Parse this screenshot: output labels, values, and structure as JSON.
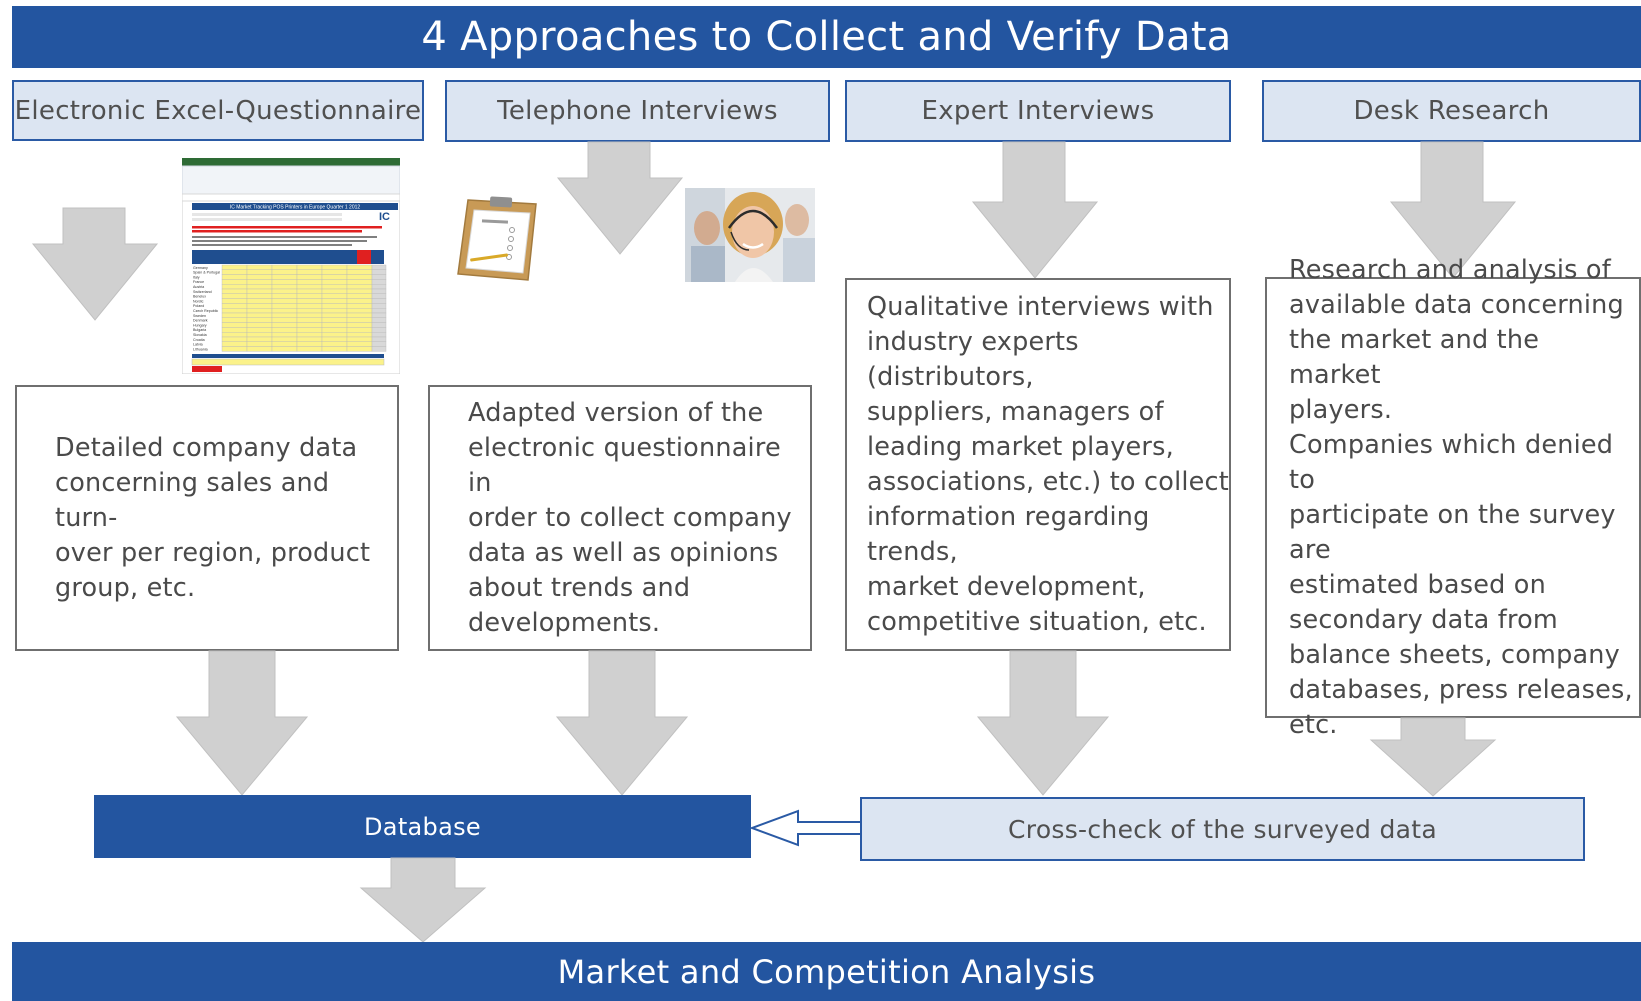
{
  "title": "4 Approaches to Collect and Verify Data",
  "approaches": [
    {
      "label": "Electronic Excel-Questionnaire",
      "description": "Detailed company data\nconcerning sales and turn-\nover per region, product\ngroup, etc."
    },
    {
      "label": "Telephone Interviews",
      "description": "Adapted version of the\nelectronic questionnaire in\norder to collect company\ndata as well as opinions\nabout trends and\ndevelopments."
    },
    {
      "label": "Expert Interviews",
      "description": "Qualitative interviews with\nindustry experts (distributors,\nsuppliers, managers of\nleading market players,\nassociations, etc.) to collect\ninformation regarding trends,\nmarket development,\ncompetitive situation, etc."
    },
    {
      "label": "Desk Research",
      "description": "Research and analysis of\navailable data concerning\nthe market and the market\nplayers.\nCompanies which denied to\nparticipate on the survey are\nestimated based on\nsecondary data from\nbalance sheets, company\ndatabases, press releases,\netc."
    }
  ],
  "database_label": "Database",
  "crosscheck_label": "Cross-check of the surveyed data",
  "result_label": "Market and Competition Analysis",
  "spreadsheet": {
    "title": "IC Market Tracking POS Printers in Europe Quarter 1 2012",
    "logo_text": "IC",
    "countries": [
      "Germany",
      "Spain & Portugal",
      "Italy",
      "France",
      "Austria",
      "Switzerland",
      "Benelux",
      "Nordic",
      "Poland",
      "Czech Republic",
      "Sweden",
      "Denmark",
      "Hungary",
      "Bulgaria",
      "Slovakia",
      "Croatia",
      "Latvia",
      "Lithuania"
    ]
  },
  "colors": {
    "band": "#2355a0",
    "approach_fill": "#dce5f2",
    "approach_border": "#2a5aa5",
    "arrow": "#d0d0d0",
    "description_border": "#6f6f6f"
  }
}
